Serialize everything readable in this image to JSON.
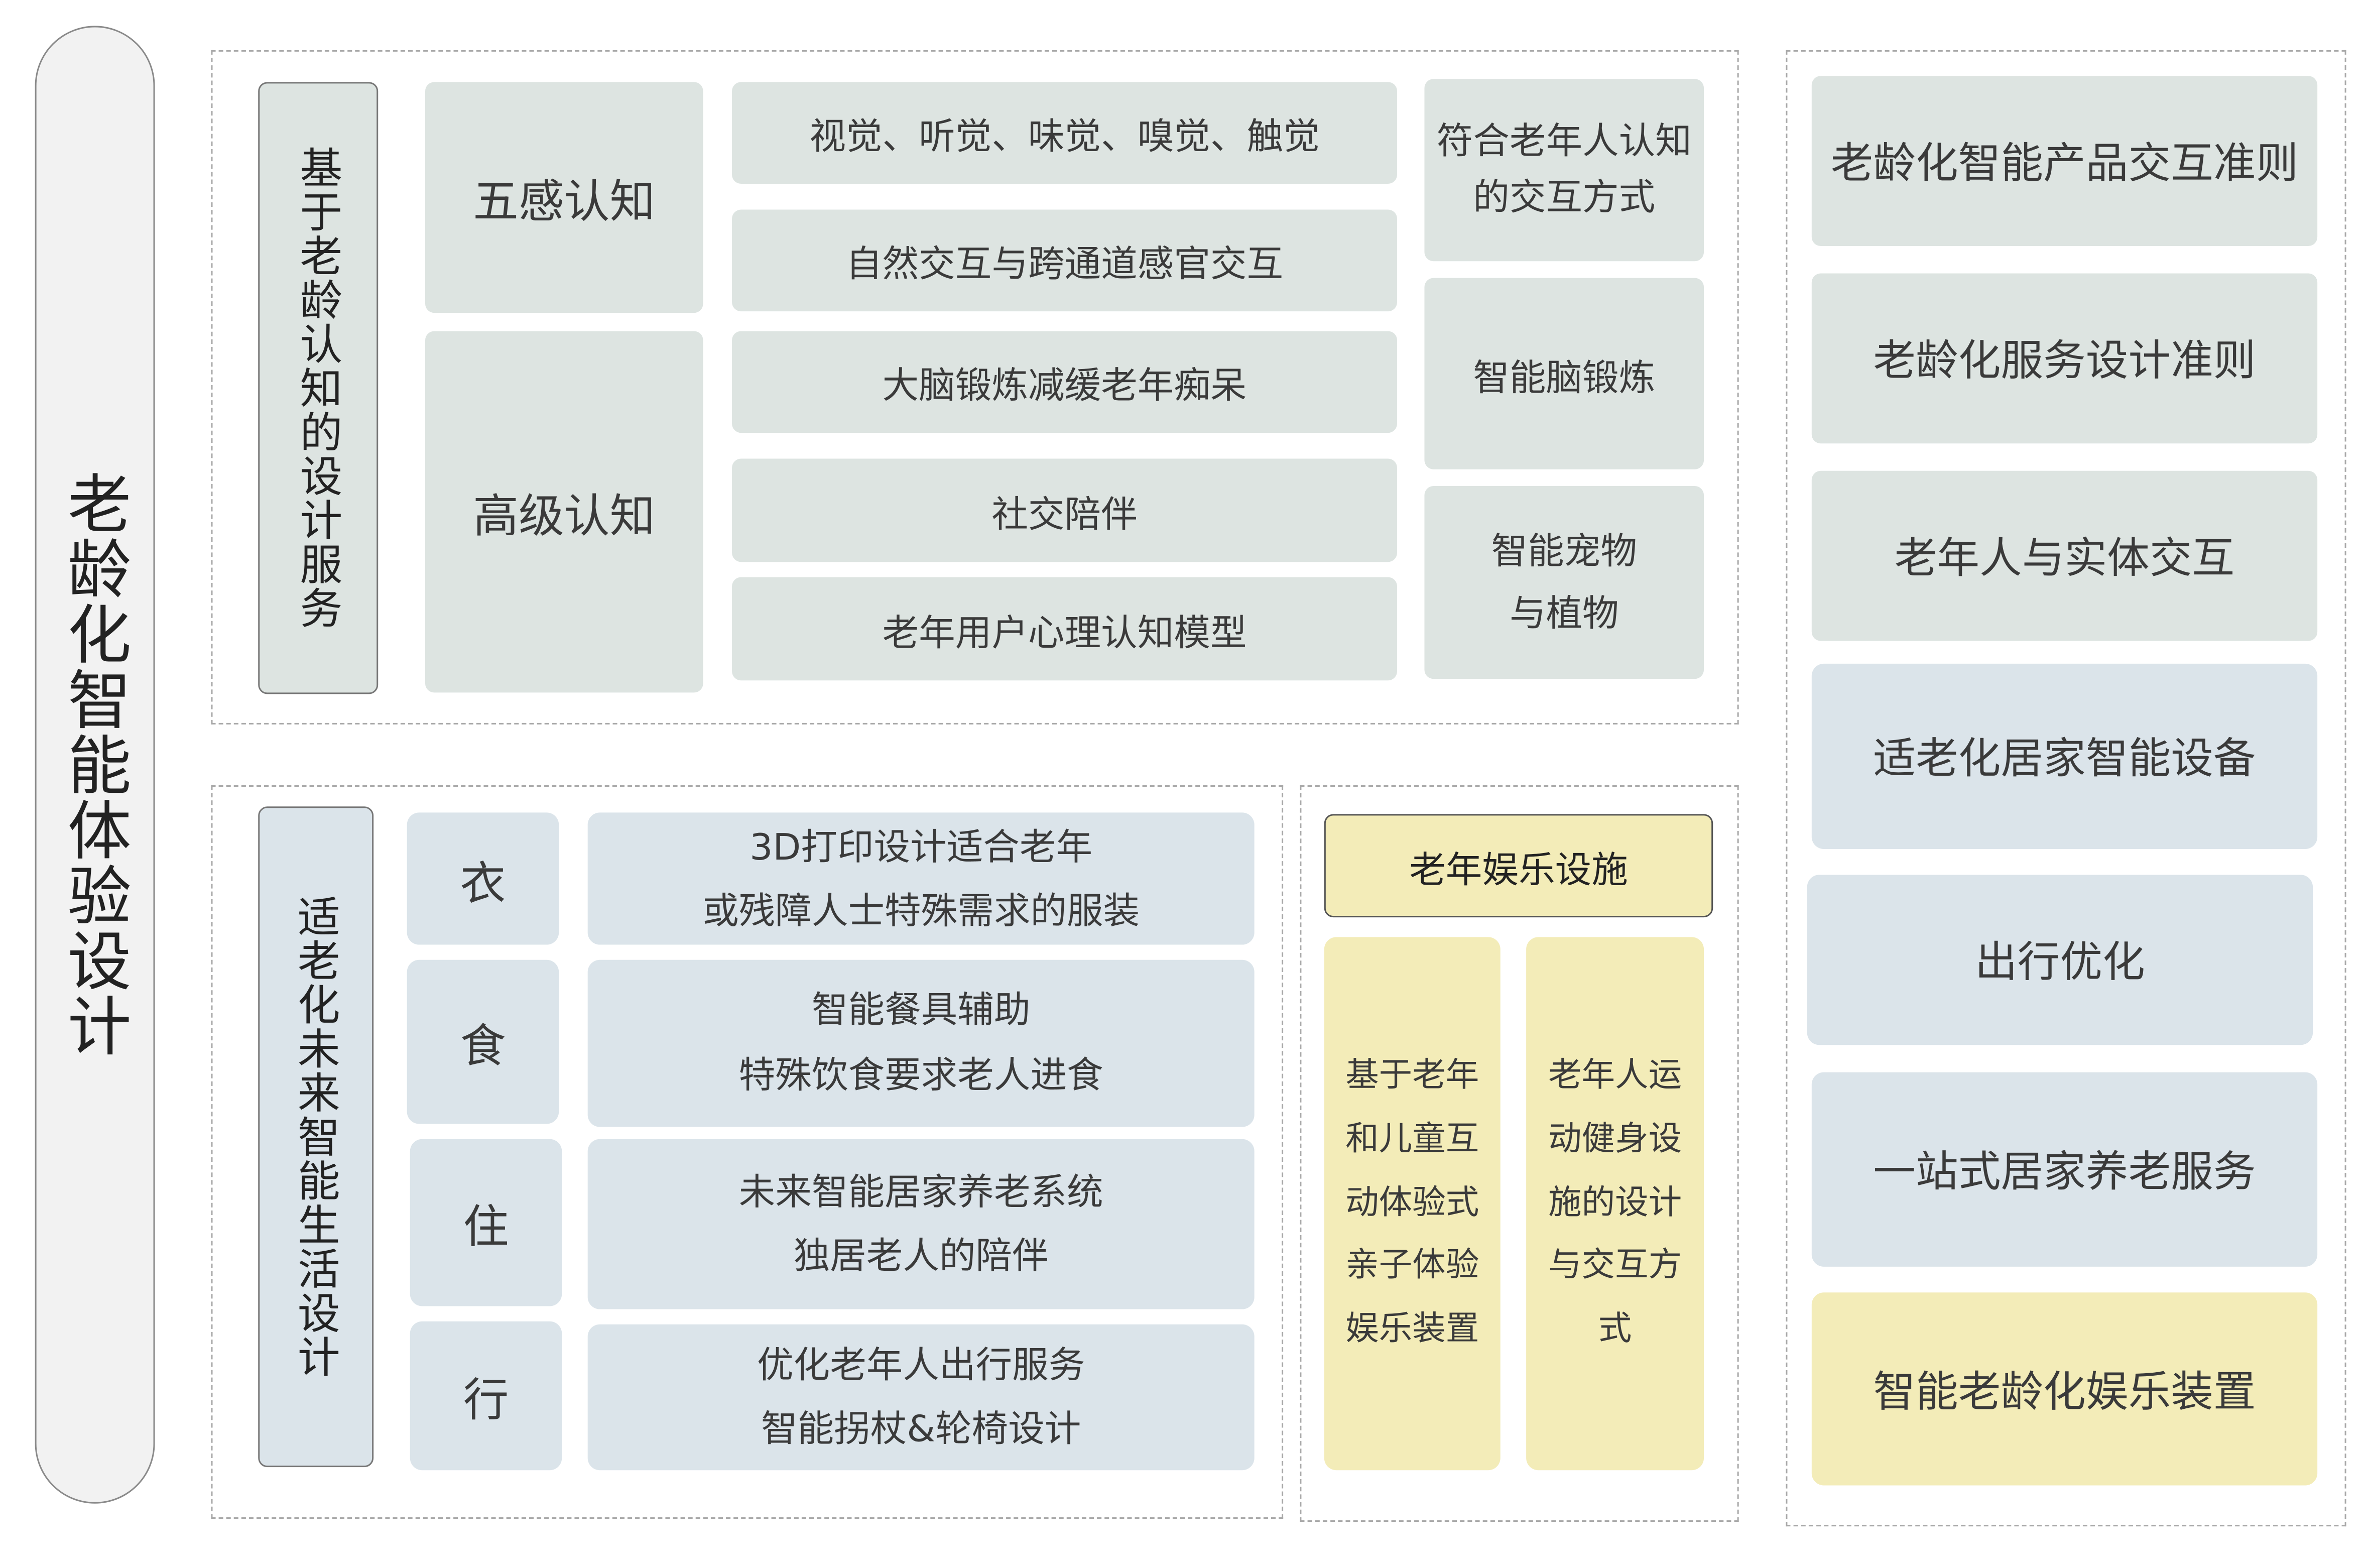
{
  "title": "老龄化智能体验设计",
  "cognition": {
    "label": "基于老龄认知的设计服务",
    "categories": [
      "五感认知",
      "高级认知"
    ],
    "items": [
      "视觉、听觉、味觉、嗅觉、触觉",
      "自然交互与跨通道感官交互",
      "大脑锻炼减缓老年痴呆",
      "社交陪伴",
      "老年用户心理认知模型"
    ],
    "outcomes": [
      {
        "lines": [
          "符合老年人认知",
          "的交互方式"
        ]
      },
      {
        "lines": [
          "智能脑锻炼"
        ]
      },
      {
        "lines": [
          "智能宠物",
          "与植物"
        ]
      }
    ]
  },
  "future_life": {
    "label": "适老化未来智能生活设计",
    "rows": [
      {
        "key": "衣",
        "lines": [
          "3D打印设计适合老年",
          "或残障人士特殊需求的服装"
        ]
      },
      {
        "key": "食",
        "lines": [
          "智能餐具辅助",
          "特殊饮食要求老人进食"
        ]
      },
      {
        "key": "住",
        "lines": [
          "未来智能居家养老系统",
          "独居老人的陪伴"
        ]
      },
      {
        "key": "行",
        "lines": [
          "优化老年人出行服务",
          "智能拐杖&轮椅设计"
        ]
      }
    ]
  },
  "entertainment": {
    "header": "老年娱乐设施",
    "columns": [
      {
        "lines": [
          "基于老年",
          "和儿童互",
          "动体验式",
          "亲子体验",
          "娱乐装置"
        ]
      },
      {
        "lines": [
          "老年人运",
          "动健身设",
          "施的设计",
          "与交互方",
          "式"
        ]
      }
    ]
  },
  "outputs": [
    "老龄化智能产品交互准则",
    "老龄化服务设计准则",
    "老年人与实体交互",
    "适老化居家智能设备",
    "出行优化",
    "一站式居家养老服务",
    "智能老龄化娱乐装置"
  ],
  "colors": {
    "green_gray": "#dde4e1",
    "blue_gray": "#dbe4ea",
    "yellow": "#f3ecb8"
  }
}
